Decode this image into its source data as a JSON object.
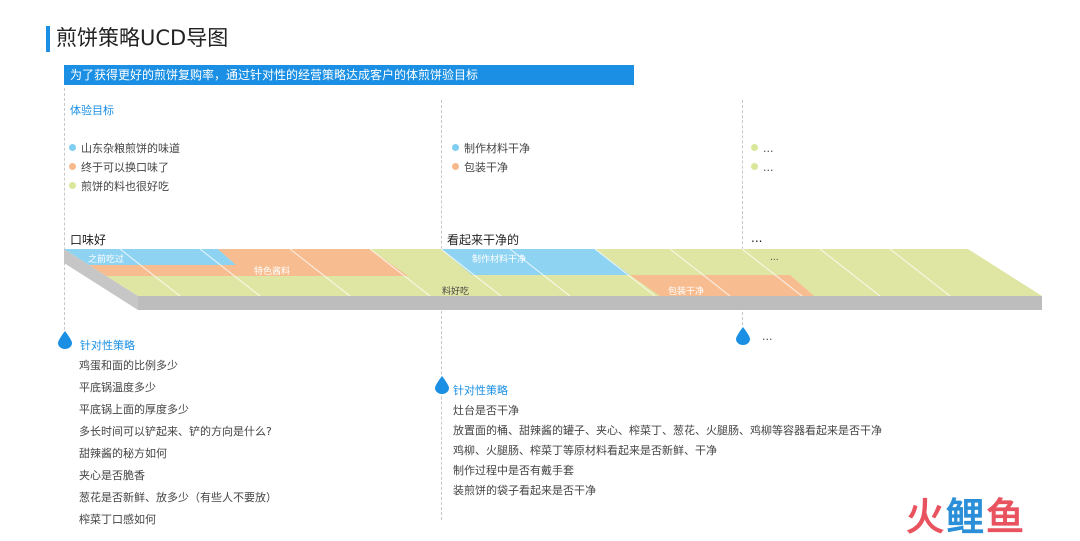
{
  "title": "煎饼策略UCD导图",
  "banner": "为了获得更好的煎饼复购率，通过针对性的经营策略达成客户的体煎饼验目标",
  "experience_label": "体验目标",
  "colors": {
    "blue": "#1a8fe3",
    "goal_blue": "#7fcff2",
    "goal_orange": "#f7b98b",
    "goal_green": "#d9e79a",
    "band_green": "#dfe6a3",
    "band_gray": "#b9b9b9"
  },
  "columns": [
    {
      "title": "口味好",
      "goals": [
        {
          "text": "山东杂粮煎饼的味道",
          "color": "blue"
        },
        {
          "text": "终于可以换口味了",
          "color": "orange"
        },
        {
          "text": "煎饼的料也很好吃",
          "color": "green"
        }
      ]
    },
    {
      "title": "看起来干净的",
      "goals": [
        {
          "text": "制作材料干净",
          "color": "blue"
        },
        {
          "text": "包装干净",
          "color": "orange"
        }
      ]
    },
    {
      "title": "...",
      "goals": [
        {
          "text": "...",
          "color": "green"
        },
        {
          "text": "...",
          "color": "green"
        }
      ]
    }
  ],
  "band_labels": {
    "a": "之前吃过",
    "b": "特色酱料",
    "c": "制作材料干净",
    "d": "...",
    "e": "料好吃",
    "f": "包装干净"
  },
  "strategy1": {
    "label": "针对性策略",
    "items": [
      "鸡蛋和面的比例多少",
      "平底锅温度多少",
      "平底锅上面的厚度多少",
      "多长时间可以铲起来、铲的方向是什么?",
      "甜辣酱的秘方如何",
      "夹心是否脆香",
      "葱花是否新鲜、放多少（有些人不要放）",
      "榨菜丁口感如何"
    ]
  },
  "strategy2": {
    "label": "针对性策略",
    "items": [
      "灶台是否干净",
      "放置面的桶、甜辣酱的罐子、夹心、榨菜丁、葱花、火腿肠、鸡柳等容器看起来是否干净",
      "鸡柳、火腿肠、榨菜丁等原材料看起来是否新鲜、干净",
      "制作过程中是否有戴手套",
      "装煎饼的袋子看起来是否干净"
    ]
  },
  "strategy3": {
    "label": "..."
  },
  "logo": {
    "part1": "火",
    "part2": "鲤",
    "part3": "鱼"
  }
}
